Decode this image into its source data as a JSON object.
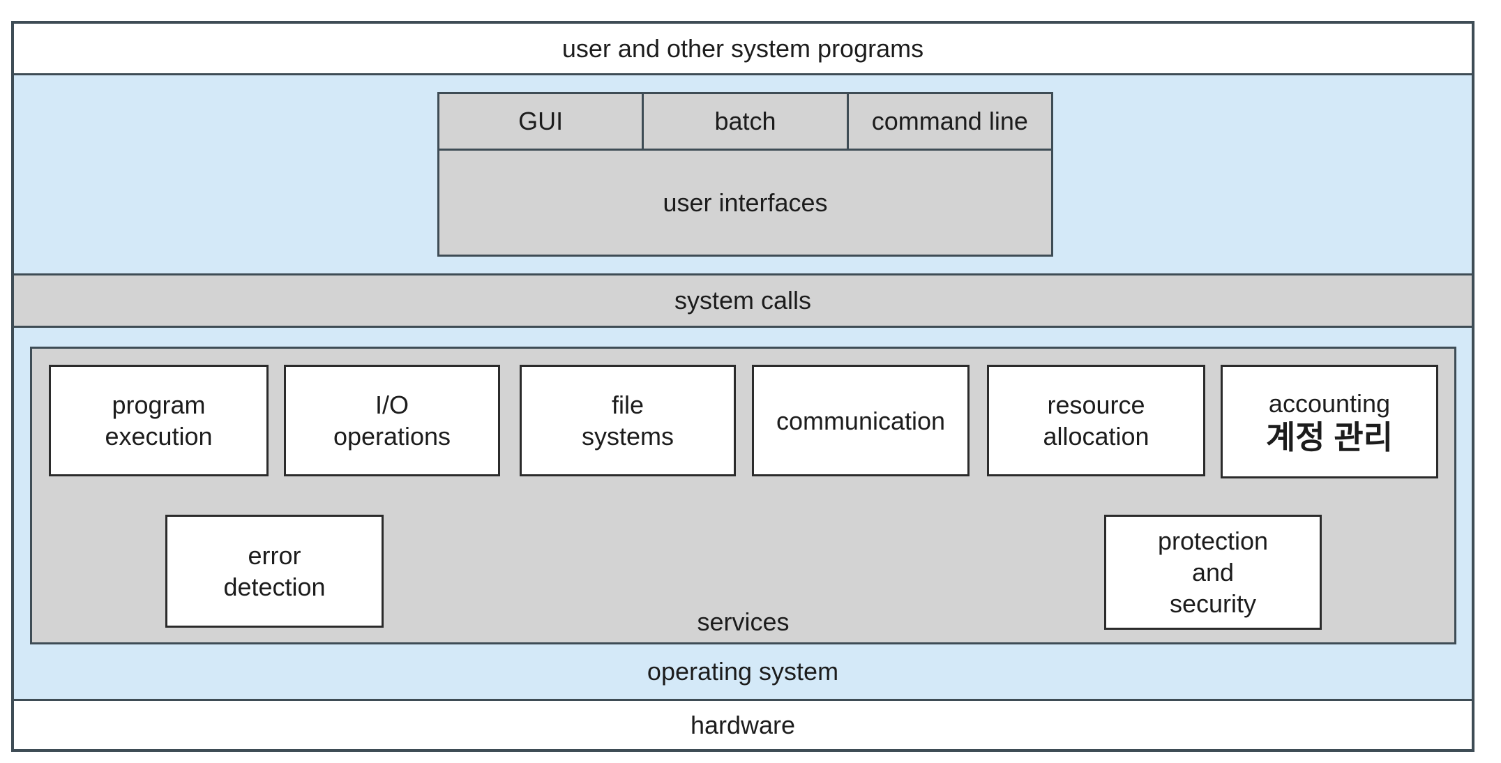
{
  "diagram": {
    "title_bar": {
      "label": "user and other system programs"
    },
    "user_interfaces": {
      "tabs": [
        {
          "label": "GUI"
        },
        {
          "label": "batch"
        },
        {
          "label": "command line"
        }
      ],
      "label": "user interfaces"
    },
    "system_calls": {
      "label": "system calls"
    },
    "services": {
      "label": "services",
      "row1": [
        {
          "id": "program-execution",
          "label": "program\nexecution"
        },
        {
          "id": "io-operations",
          "label": "I/O\noperations"
        },
        {
          "id": "file-systems",
          "label": "file\nsystems"
        },
        {
          "id": "communication",
          "label": "communication"
        },
        {
          "id": "resource-allocation",
          "label": "resource\nallocation"
        },
        {
          "id": "accounting",
          "label": "accounting",
          "label_ko": "계정 관리"
        }
      ],
      "row2": [
        {
          "id": "error-detection",
          "label": "error\ndetection"
        },
        {
          "id": "protection-security",
          "label": "protection\nand\nsecurity"
        }
      ]
    },
    "operating_system": {
      "label": "operating system"
    },
    "hardware": {
      "label": "hardware"
    },
    "colors": {
      "light_blue": "#d4e9f8",
      "band_gray": "#d3d3d3",
      "border_dark": "#3e4c55",
      "box_border": "#2b2b2b",
      "text": "#1c1c1c"
    }
  }
}
